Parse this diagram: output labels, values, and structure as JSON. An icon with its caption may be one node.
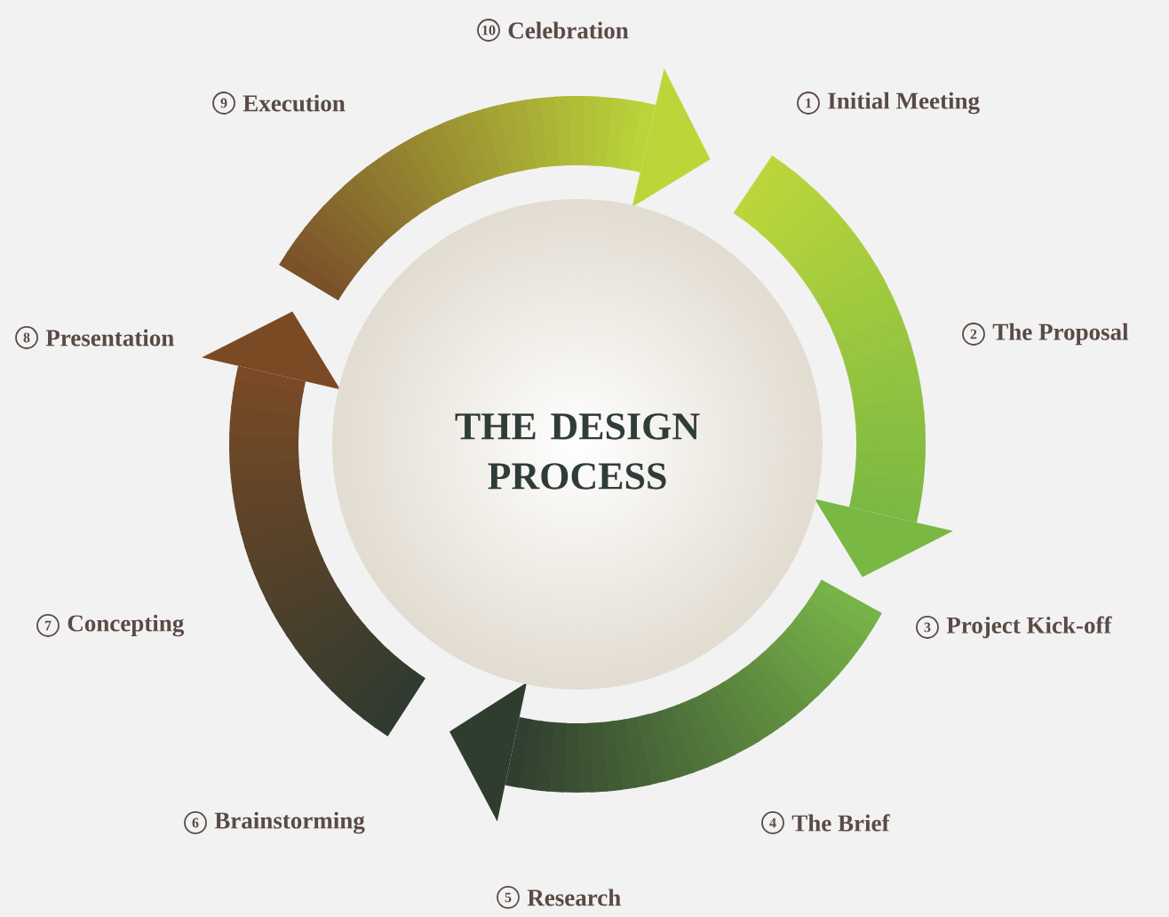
{
  "diagram": {
    "nodes": [
      {
        "text": [
          "10"
        ],
        "beside": [
          "Celebration"
        ]
      },
      {
        "text": [
          "9"
        ],
        "beside": [
          "Execution"
        ]
      },
      {
        "text": [
          "1"
        ],
        "beside": [
          "Initial Meeting"
        ]
      },
      {
        "text": [
          "8"
        ],
        "beside": [
          "Presentation"
        ]
      },
      {
        "text": [
          "2"
        ],
        "beside": [
          "The Proposal"
        ]
      },
      {
        "text": [
          "THE DESIGN PROCESS"
        ]
      },
      {
        "text": [
          "7"
        ],
        "beside": [
          "Concepting"
        ]
      },
      {
        "text": [
          "3"
        ],
        "beside": [
          "Project Kick-off"
        ]
      },
      {
        "text": [
          "6"
        ],
        "beside": [
          "Brainstorming"
        ]
      },
      {
        "text": [
          "4"
        ],
        "beside": [
          "The Brief"
        ]
      },
      {
        "text": [
          "5"
        ],
        "beside": [
          "Research"
        ]
      }
    ]
  }
}
